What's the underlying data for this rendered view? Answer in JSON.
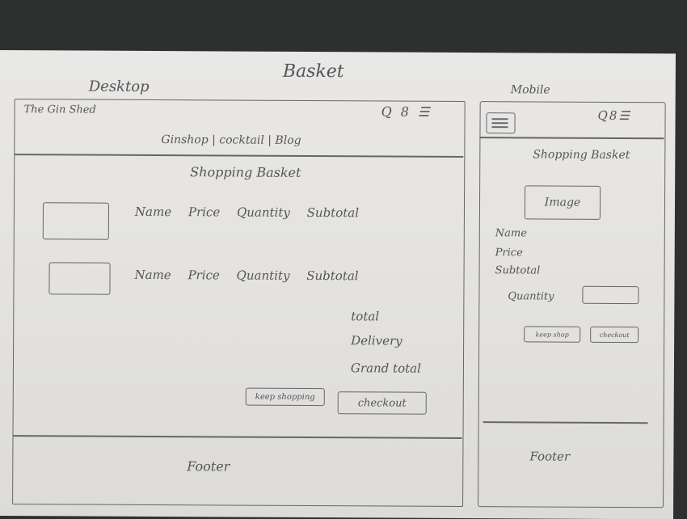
{
  "page_title": "Basket",
  "desktop": {
    "label": "Desktop",
    "logo": "The Gin Shed",
    "header_icons": "Q 8 ☰",
    "nav": "Ginshop | cocktail | Blog",
    "basket_title": "Shopping Basket",
    "rows": [
      {
        "text": "Name Price Quantity Subtotal"
      },
      {
        "text": "Name Price Quantity Subtotal"
      }
    ],
    "totals": {
      "total": "total",
      "delivery": "Delivery",
      "grand_total": "Grand total"
    },
    "keep_shopping_label": "keep shopping",
    "checkout_label": "checkout",
    "footer": "Footer"
  },
  "mobile": {
    "label": "Mobile",
    "header_icons": "Q8☰",
    "basket_title": "Shopping Basket",
    "image_label": "Image",
    "name": "Name",
    "price": "Price",
    "subtotal": "Subtotal",
    "quantity": "Quantity",
    "keep_shopping_label": "keep shop",
    "checkout_label": "checkout",
    "footer": "Footer"
  }
}
